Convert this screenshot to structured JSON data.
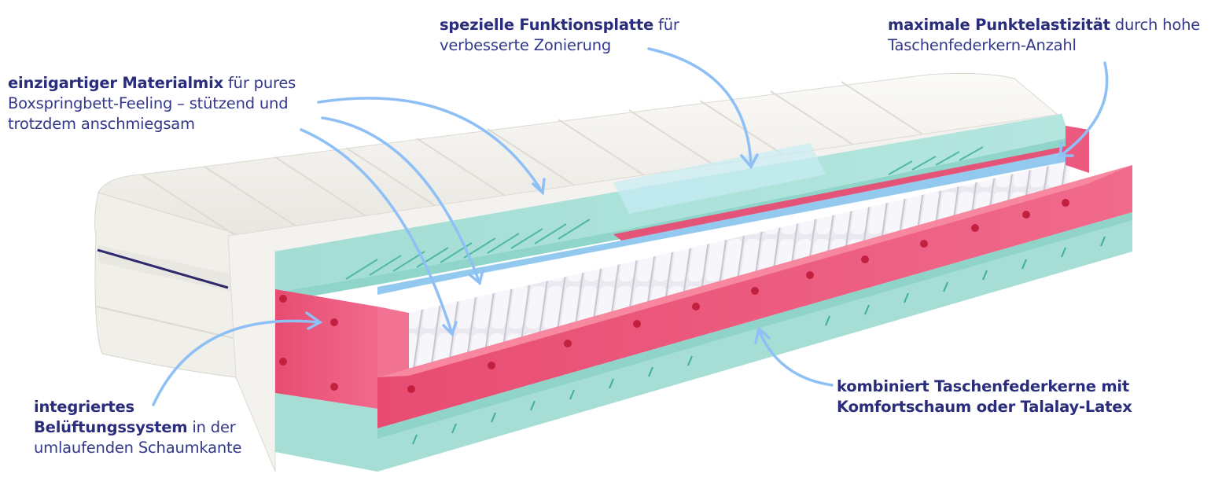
{
  "diagram": {
    "subject": "Mattress cross-section infographic",
    "colors": {
      "text_dark_blue": "#2e3282",
      "arrow_blue": "#8ec0f6",
      "foam_mint": "#a7e0d8",
      "foam_mint_dark": "#7fcfc3",
      "foam_pink": "#ee5a7f",
      "foam_pink_dark": "#d8405f",
      "cover_white": "#f4f3ef",
      "spring_grey": "#e6e4ec",
      "gel_blue": "#8cc6ee"
    }
  },
  "callouts": [
    {
      "id": "materialmix",
      "bold": "einzigartiger Materialmix",
      "regular": " für pures Boxspringbett-Feeling – stützend und trotzdem anschmiegsam"
    },
    {
      "id": "funktionsplatte",
      "bold": "spezielle Funktionsplatte",
      "regular": " für verbesserte Zonierung"
    },
    {
      "id": "punktelastizitaet",
      "bold": "maximale Punktelastizität",
      "regular": " durch hohe Taschenfederkern-Anzahl"
    },
    {
      "id": "belueftung",
      "bold": "integriertes Belüftungssystem",
      "regular": " in der umlaufenden Schaumkante"
    },
    {
      "id": "taschenfederkerne",
      "bold": "kombiniert Taschenfederkerne mit Komfortschaum oder Talalay-Latex",
      "regular": ""
    }
  ]
}
